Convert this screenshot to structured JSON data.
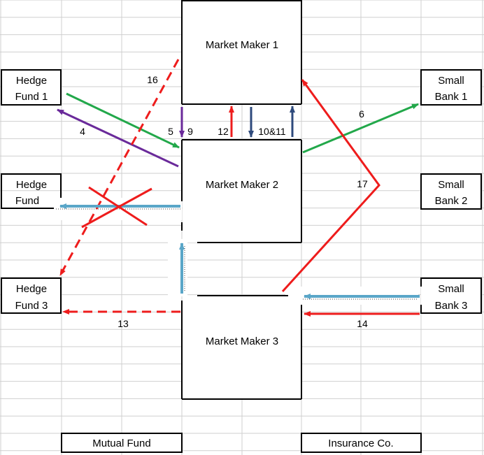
{
  "colors": {
    "grid": "#cfcfcf",
    "box": "#000000",
    "green": "#22a84a",
    "purple": "#6a2a9a",
    "red": "#ee1c1c",
    "navy": "#2e4a7c",
    "lightblue": "#5aa6c8"
  },
  "entities": {
    "hedge_fund_1": {
      "line1": "Hedge",
      "line2": "Fund 1"
    },
    "hedge_fund_2": {
      "line1": "Hedge",
      "line2": "Fund"
    },
    "hedge_fund_3": {
      "line1": "Hedge",
      "line2": "Fund 3"
    },
    "small_bank_1": {
      "line1": "Small",
      "line2": "Bank 1"
    },
    "small_bank_2": {
      "line1": "Small",
      "line2": "Bank 2"
    },
    "small_bank_3": {
      "line1": "Small",
      "line2": "Bank 3"
    },
    "market_maker_1": "Market Maker 1",
    "market_maker_2": "Market Maker 2",
    "market_maker_3": "Market Maker 3",
    "mutual_fund": "Mutual Fund",
    "insurance_co": "Insurance Co."
  },
  "flow_labels": {
    "f4": "4",
    "f5": "5",
    "f6": "6",
    "f9": "9",
    "f10_11": "10&11",
    "f12": "12",
    "f13": "13",
    "f14": "14",
    "f16": "16",
    "f17": "17"
  }
}
